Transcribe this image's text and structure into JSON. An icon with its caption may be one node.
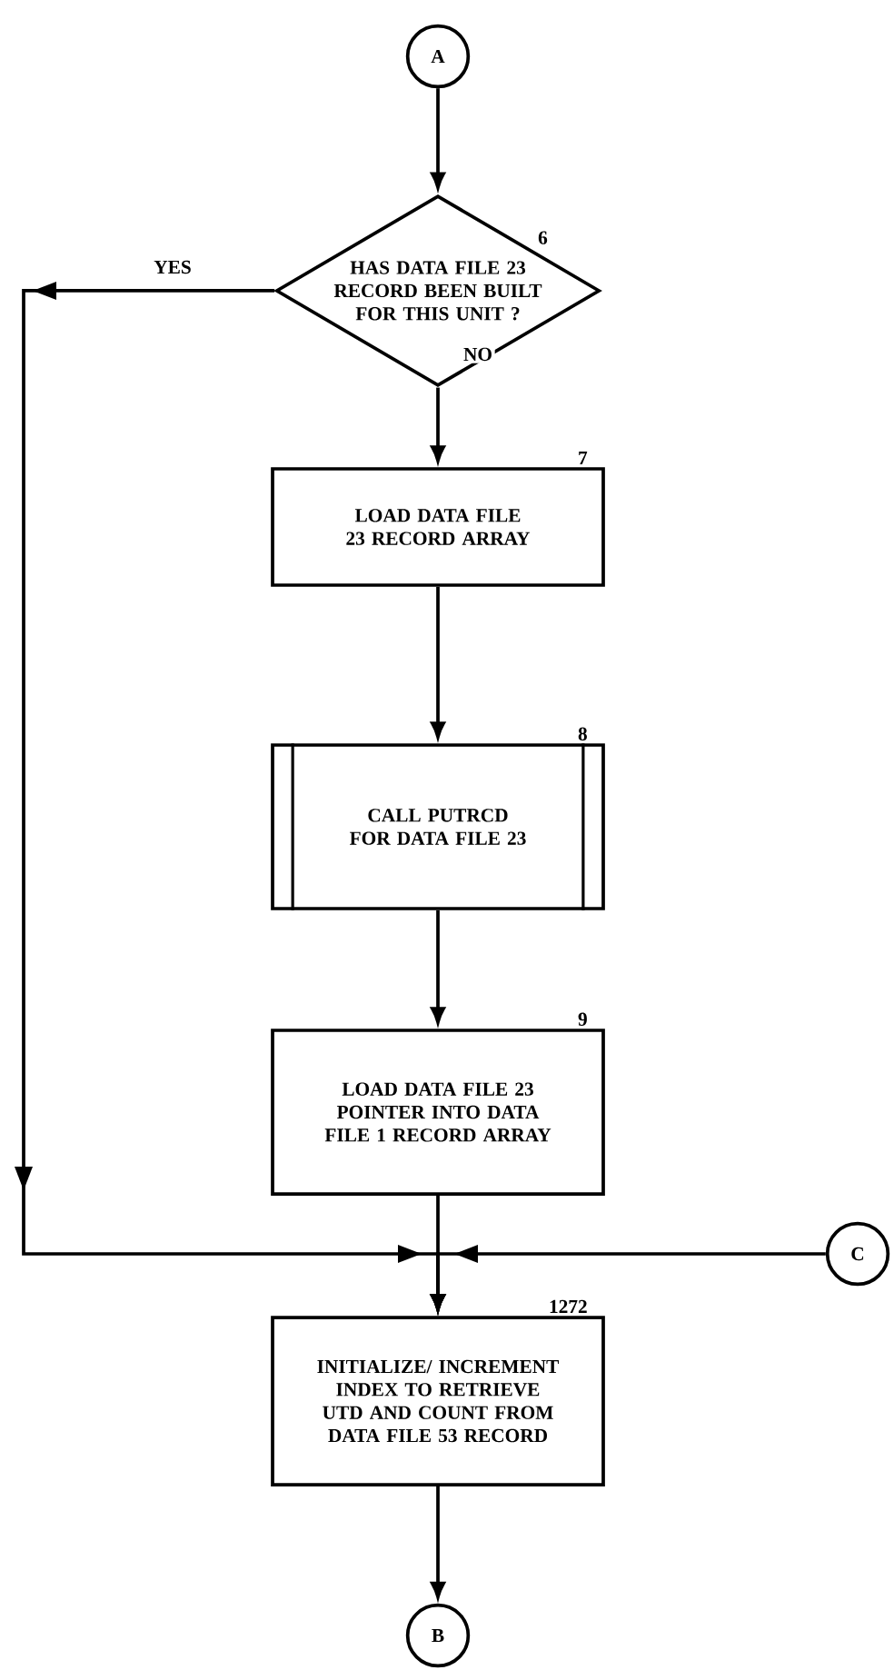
{
  "diagram": {
    "nodes": [
      {
        "text": [
          "A"
        ]
      },
      {
        "text": [
          "HAS DATA FILE 23 RECORD BEEN BUILT FOR THIS UNIT ?"
        ],
        "beside": [
          "6"
        ]
      },
      {
        "text": [
          "LOAD DATA FILE 23 RECORD ARRAY"
        ],
        "beside": [
          "7"
        ]
      },
      {
        "text": [
          "CALL PUTRCD FOR DATA FILE 23"
        ],
        "beside": [
          "8"
        ]
      },
      {
        "text": [
          "LOAD DATA FILE 23 POINTER INTO DATA FILE 1 RECORD ARRAY"
        ],
        "beside": [
          "9"
        ]
      },
      {
        "text": [
          "INITIALIZE/ INCREMENT INDEX TO RETRIEVE UTD AND COUNT FROM DATA FILE 53 RECORD"
        ],
        "beside": [
          "1272"
        ]
      },
      {
        "text": [
          "C"
        ]
      },
      {
        "text": [
          "B"
        ]
      }
    ],
    "edges": [
      {
        "from": 0,
        "to": 1,
        "arrow": "to"
      },
      {
        "from": 1,
        "to": 2,
        "arrow": "to",
        "label": "NO"
      },
      {
        "from": 1,
        "to": 5,
        "arrow": "to",
        "label": "YES"
      },
      {
        "from": 2,
        "to": 3,
        "arrow": "to"
      },
      {
        "from": 3,
        "to": 4,
        "arrow": "to"
      },
      {
        "from": 4,
        "to": 5,
        "arrow": "to"
      },
      {
        "from": 6,
        "to": 5,
        "arrow": "to"
      },
      {
        "from": 5,
        "to": 7,
        "arrow": "to"
      }
    ]
  }
}
